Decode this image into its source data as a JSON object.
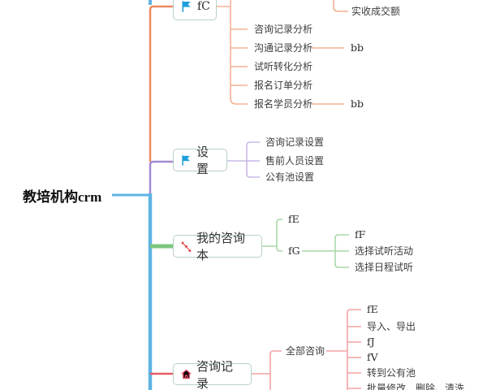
{
  "app": "mind-map",
  "root": {
    "label": "教培机构crm"
  },
  "palette": {
    "trunk_blue": "#5fb3e4",
    "branch_orange": "#ee8960",
    "branch_orange_light": "#f5b094",
    "branch_purple": "#a58ad2",
    "branch_purple_light": "#c9b8e8",
    "branch_green": "#7cc67c",
    "branch_green_light": "#a9d7a9",
    "branch_red": "#e45c63",
    "branch_red_light": "#f2a3a3",
    "box_border": "#b7d2c6",
    "flag_icon_blue": "#1d9fdb",
    "home_icon_red": "#e4506b",
    "scatter_icon_red": "#e04545"
  },
  "branches": [
    {
      "label": "fC",
      "icon": "flag-icon",
      "detached_child": {
        "label": "实收成交额"
      },
      "children": [
        {
          "label": "咨询记录分析"
        },
        {
          "label": "沟通记录分析",
          "tail": "bb"
        },
        {
          "label": "试听转化分析"
        },
        {
          "label": "报名订单分析"
        },
        {
          "label": "报名学员分析",
          "tail": "bb"
        }
      ]
    },
    {
      "label": "设置",
      "icon": "flag-icon",
      "children": [
        {
          "label": "咨询记录设置"
        },
        {
          "label": "售前人员设置"
        },
        {
          "label": "公有池设置"
        }
      ]
    },
    {
      "label": "我的咨询本",
      "icon": "scatter-icon",
      "children": [
        {
          "label": "fE"
        },
        {
          "label": "fG",
          "children": [
            {
              "label": "fF"
            },
            {
              "label": "选择试听活动"
            },
            {
              "label": "选择日程试听"
            }
          ]
        }
      ]
    },
    {
      "label": "咨询记录",
      "icon": "home-icon",
      "children": [
        {
          "label": "全部咨询",
          "children": [
            {
              "label": "fE"
            },
            {
              "label": "导入、导出"
            },
            {
              "label": "fJ"
            },
            {
              "label": "fV"
            },
            {
              "label": "转到公有池"
            },
            {
              "label": "批量修改、删除、清洗"
            }
          ]
        }
      ]
    }
  ]
}
